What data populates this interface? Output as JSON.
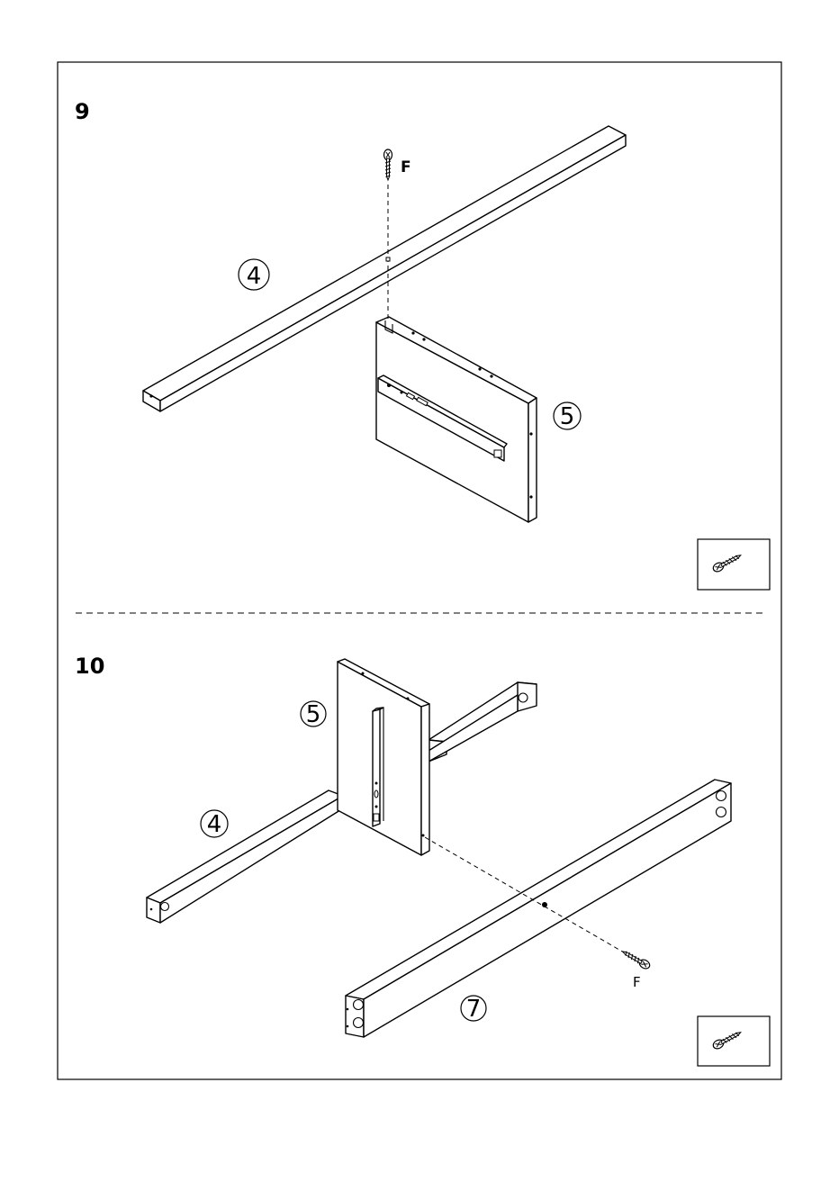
{
  "steps": [
    {
      "number": "9",
      "parts": {
        "rail": "4",
        "panel": "5"
      },
      "fastener": "F",
      "hardware_box_icon": "screw-icon"
    },
    {
      "number": "10",
      "parts": {
        "panel": "5",
        "rail": "4",
        "front_rail": "7"
      },
      "fastener": "F",
      "hardware_box_icon": "screw-icon"
    }
  ],
  "colors": {
    "line": "#000000",
    "background": "#ffffff"
  }
}
